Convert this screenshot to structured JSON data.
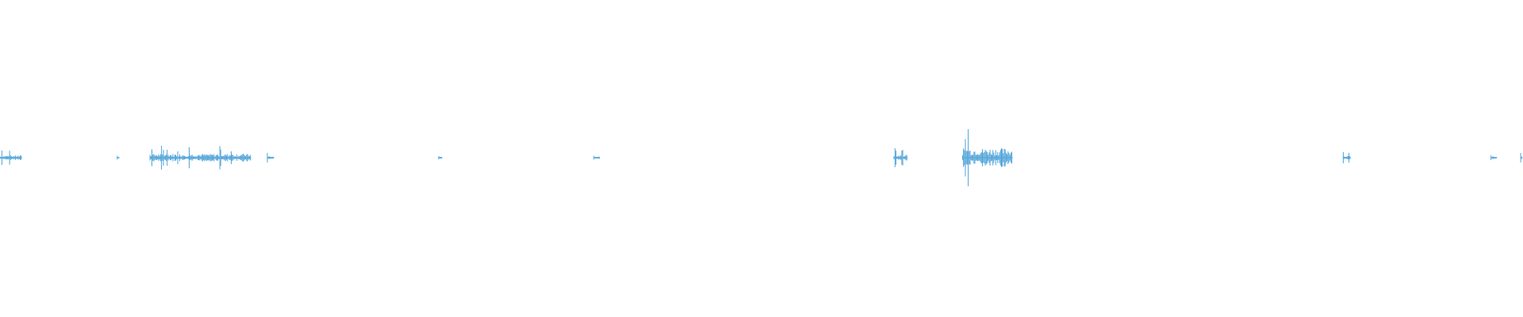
{
  "waveform": {
    "color": "#4fa3d9",
    "duration_fraction_bursts": [
      {
        "start": 0.0,
        "end": 0.0145,
        "peak": 0.045
      },
      {
        "start": 0.077,
        "end": 0.0785,
        "peak": 0.012
      },
      {
        "start": 0.0985,
        "end": 0.165,
        "peak": 0.075
      },
      {
        "start": 0.1755,
        "end": 0.18,
        "peak": 0.03
      },
      {
        "start": 0.288,
        "end": 0.2905,
        "peak": 0.01
      },
      {
        "start": 0.39,
        "end": 0.394,
        "peak": 0.012
      },
      {
        "start": 0.587,
        "end": 0.596,
        "peak": 0.06
      },
      {
        "start": 0.632,
        "end": 0.665,
        "peak": 0.18
      },
      {
        "start": 0.882,
        "end": 0.887,
        "peak": 0.035
      },
      {
        "start": 0.979,
        "end": 0.983,
        "peak": 0.015
      },
      {
        "start": 0.9985,
        "end": 1.0,
        "peak": 0.03
      }
    ]
  }
}
